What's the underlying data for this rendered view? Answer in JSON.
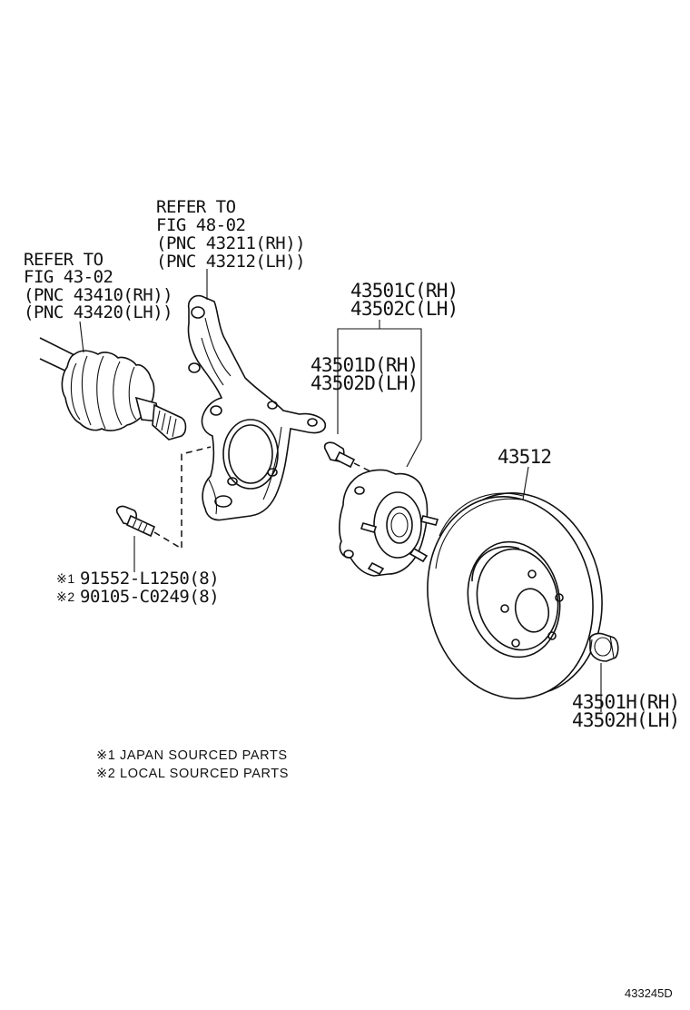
{
  "labels": {
    "knuckle_ref": [
      "REFER TO",
      "FIG 48-02",
      "(PNC 43211(RH))",
      "(PNC 43212(LH))"
    ],
    "driveshaft_ref": [
      "REFER TO",
      "FIG 43-02",
      "(PNC 43410(RH))",
      "(PNC 43420(LH))"
    ],
    "hub_assy": [
      "43501C(RH)",
      "43502C(LH)"
    ],
    "hub_bolt": [
      "43501D(RH)",
      "43502D(LH)"
    ],
    "disc": "43512",
    "nut": [
      "43501H(RH)",
      "43502H(LH)"
    ],
    "bolt": [
      {
        "mark": "※1",
        "text": "91552-L1250(8)"
      },
      {
        "mark": "※2",
        "text": "90105-C0249(8)"
      }
    ]
  },
  "notes": [
    "※1 JAPAN SOURCED PARTS",
    "※2 LOCAL SOURCED PARTS"
  ],
  "figure_id": "433245D"
}
